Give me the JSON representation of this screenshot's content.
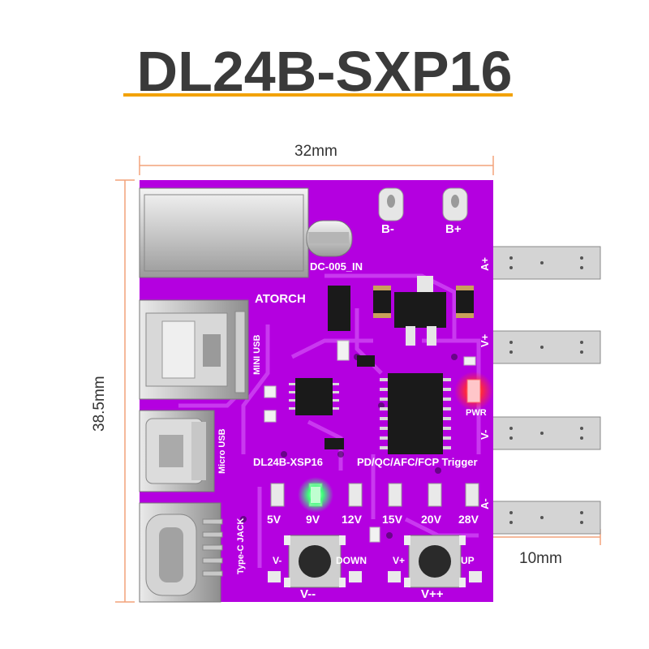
{
  "title": "DL24B-SXP16",
  "dimensions": {
    "width_label": "32mm",
    "height_label": "38.5mm",
    "pin_label": "10mm"
  },
  "colors": {
    "pcb": "#b400e0",
    "accent_line": "#f2a200",
    "dimension_line": "#f2a27a",
    "led_green": "#3dff7a",
    "led_red": "#ff2a3a"
  },
  "silkscreen": {
    "b_minus": "B-",
    "b_plus": "B+",
    "dc_in": "DC-005_IN",
    "atorch": "ATORCH",
    "mini_usb": "MINI USB",
    "micro_usb": "Micro USB",
    "type_c": "Type-C JACK",
    "model": "DL24B-XSP16",
    "trigger": "PD/QC/AFC/FCP Trigger",
    "pwr": "PWR",
    "voltages": [
      "5V",
      "9V",
      "12V",
      "15V",
      "20V",
      "28V"
    ],
    "v_minus_small": "V-",
    "down": "DOWN",
    "v_plus_small": "V+",
    "up": "UP",
    "v_minus_big": "V--",
    "v_plus_big": "V++",
    "pins": [
      "A+",
      "V+",
      "V-",
      "A-"
    ]
  },
  "active_led": "9V"
}
